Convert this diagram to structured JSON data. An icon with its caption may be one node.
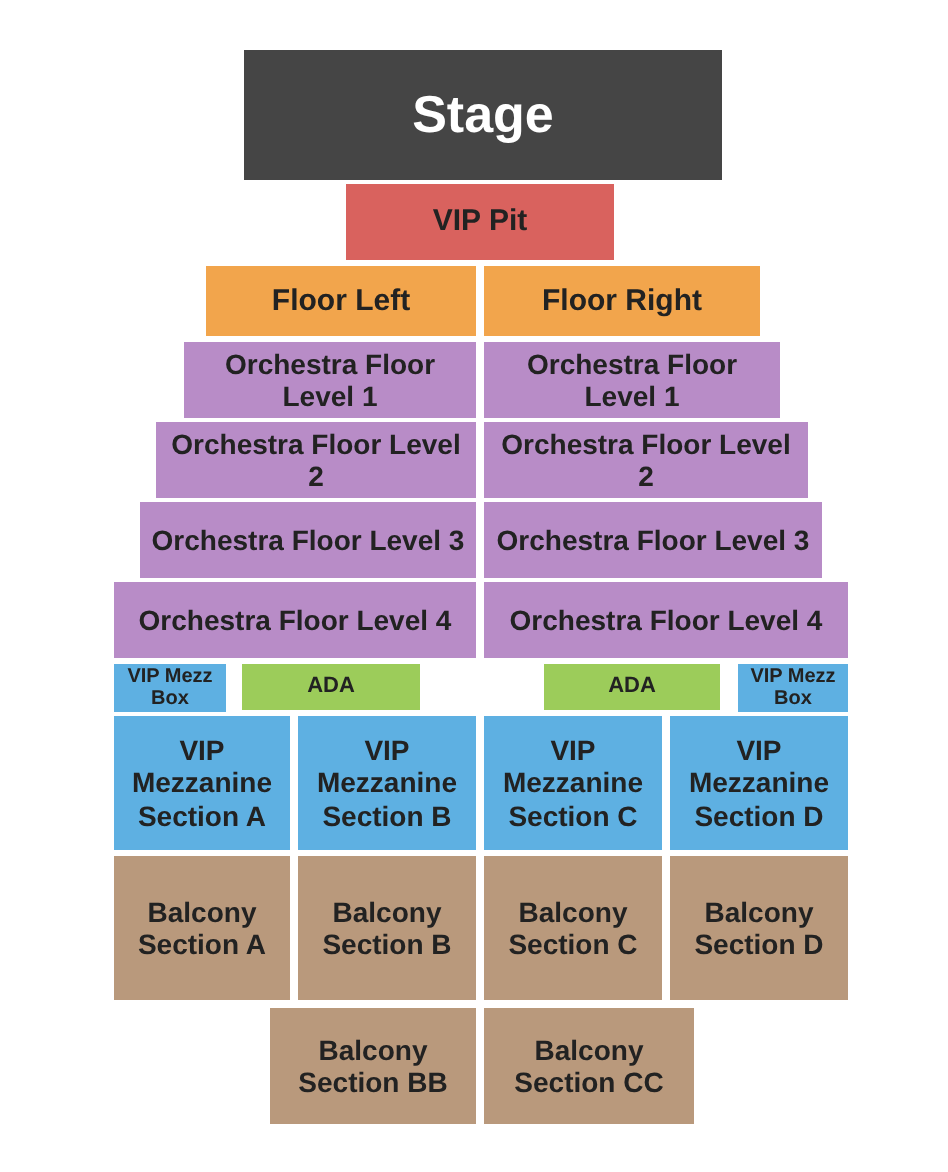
{
  "diagram": {
    "nodes": [
      {
        "text": [
          "Stage"
        ]
      },
      {
        "text": [
          "VIP Pit"
        ]
      },
      {
        "text": [
          "Floor Left"
        ]
      },
      {
        "text": [
          "Floor Right"
        ]
      },
      {
        "text": [
          "Orchestra Floor Level 1"
        ]
      },
      {
        "text": [
          "Orchestra Floor Level 1"
        ]
      },
      {
        "text": [
          "Orchestra Floor Level 2"
        ]
      },
      {
        "text": [
          "Orchestra Floor Level 2"
        ]
      },
      {
        "text": [
          "Orchestra Floor Level 3"
        ]
      },
      {
        "text": [
          "Orchestra Floor Level 3"
        ]
      },
      {
        "text": [
          "Orchestra Floor Level 4"
        ]
      },
      {
        "text": [
          "Orchestra Floor Level 4"
        ]
      },
      {
        "text": [
          "VIP Mezz Box"
        ]
      },
      {
        "text": [
          "ADA"
        ]
      },
      {
        "text": [
          "ADA"
        ]
      },
      {
        "text": [
          "VIP Mezz Box"
        ]
      },
      {
        "text": [
          "VIP Mezzanine Section A"
        ]
      },
      {
        "text": [
          "VIP Mezzanine Section B"
        ]
      },
      {
        "text": [
          "VIP Mezzanine Section C"
        ]
      },
      {
        "text": [
          "VIP Mezzanine Section D"
        ]
      },
      {
        "text": [
          "Balcony Section A"
        ]
      },
      {
        "text": [
          "Balcony Section B"
        ]
      },
      {
        "text": [
          "Balcony Section C"
        ]
      },
      {
        "text": [
          "Balcony Section D"
        ]
      },
      {
        "text": [
          "Balcony Section BB"
        ]
      },
      {
        "text": [
          "Balcony Section CC"
        ]
      }
    ]
  }
}
